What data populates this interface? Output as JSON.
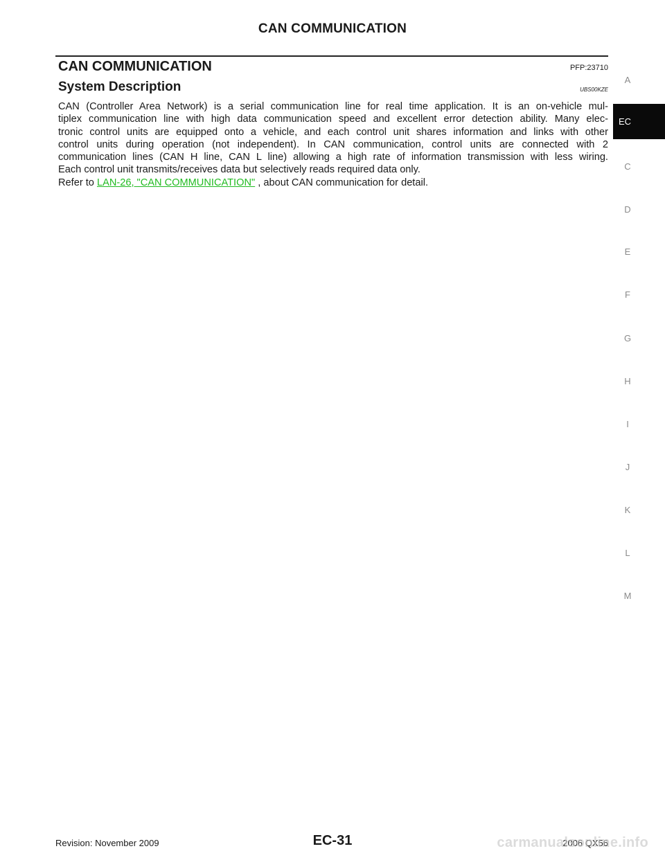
{
  "header": {
    "running_title": "CAN COMMUNICATION"
  },
  "section": {
    "title": "CAN COMMUNICATION",
    "code": "PFP:23710"
  },
  "subsection": {
    "title": "System Description",
    "code": "UBS00KZE"
  },
  "body": {
    "lines": [
      "CAN (Controller Area Network) is a serial communication line for real time application. It is an on-vehicle mul-",
      "tiplex communication line with high data communication speed and excellent error detection ability. Many elec-",
      "tronic control units are equipped onto a vehicle, and each control unit shares information and links with other",
      "control units during operation (not independent). In CAN communication, control units are connected with 2",
      "communication lines (CAN H line, CAN L line) allowing a high rate of information transmission with less wiring.",
      "Each control unit transmits/receives data but selectively reads required data only."
    ],
    "refer_prefix": "Refer to ",
    "refer_link": "LAN-26, \"CAN COMMUNICATION\"",
    "refer_suffix": " , about CAN communication for detail."
  },
  "side_index": {
    "letters": [
      "A",
      "C",
      "D",
      "E",
      "F",
      "G",
      "H",
      "I",
      "J",
      "K",
      "L",
      "M"
    ],
    "active_tab": "EC"
  },
  "footer": {
    "revision": "Revision: November 2009",
    "page_number": "EC-31",
    "model": "2006 QX56",
    "watermark": "carmanualsonline.info"
  },
  "colors": {
    "link": "#22bb22",
    "active_tab_bg": "#0a0a0a",
    "index_letter": "#8a8a8a"
  }
}
